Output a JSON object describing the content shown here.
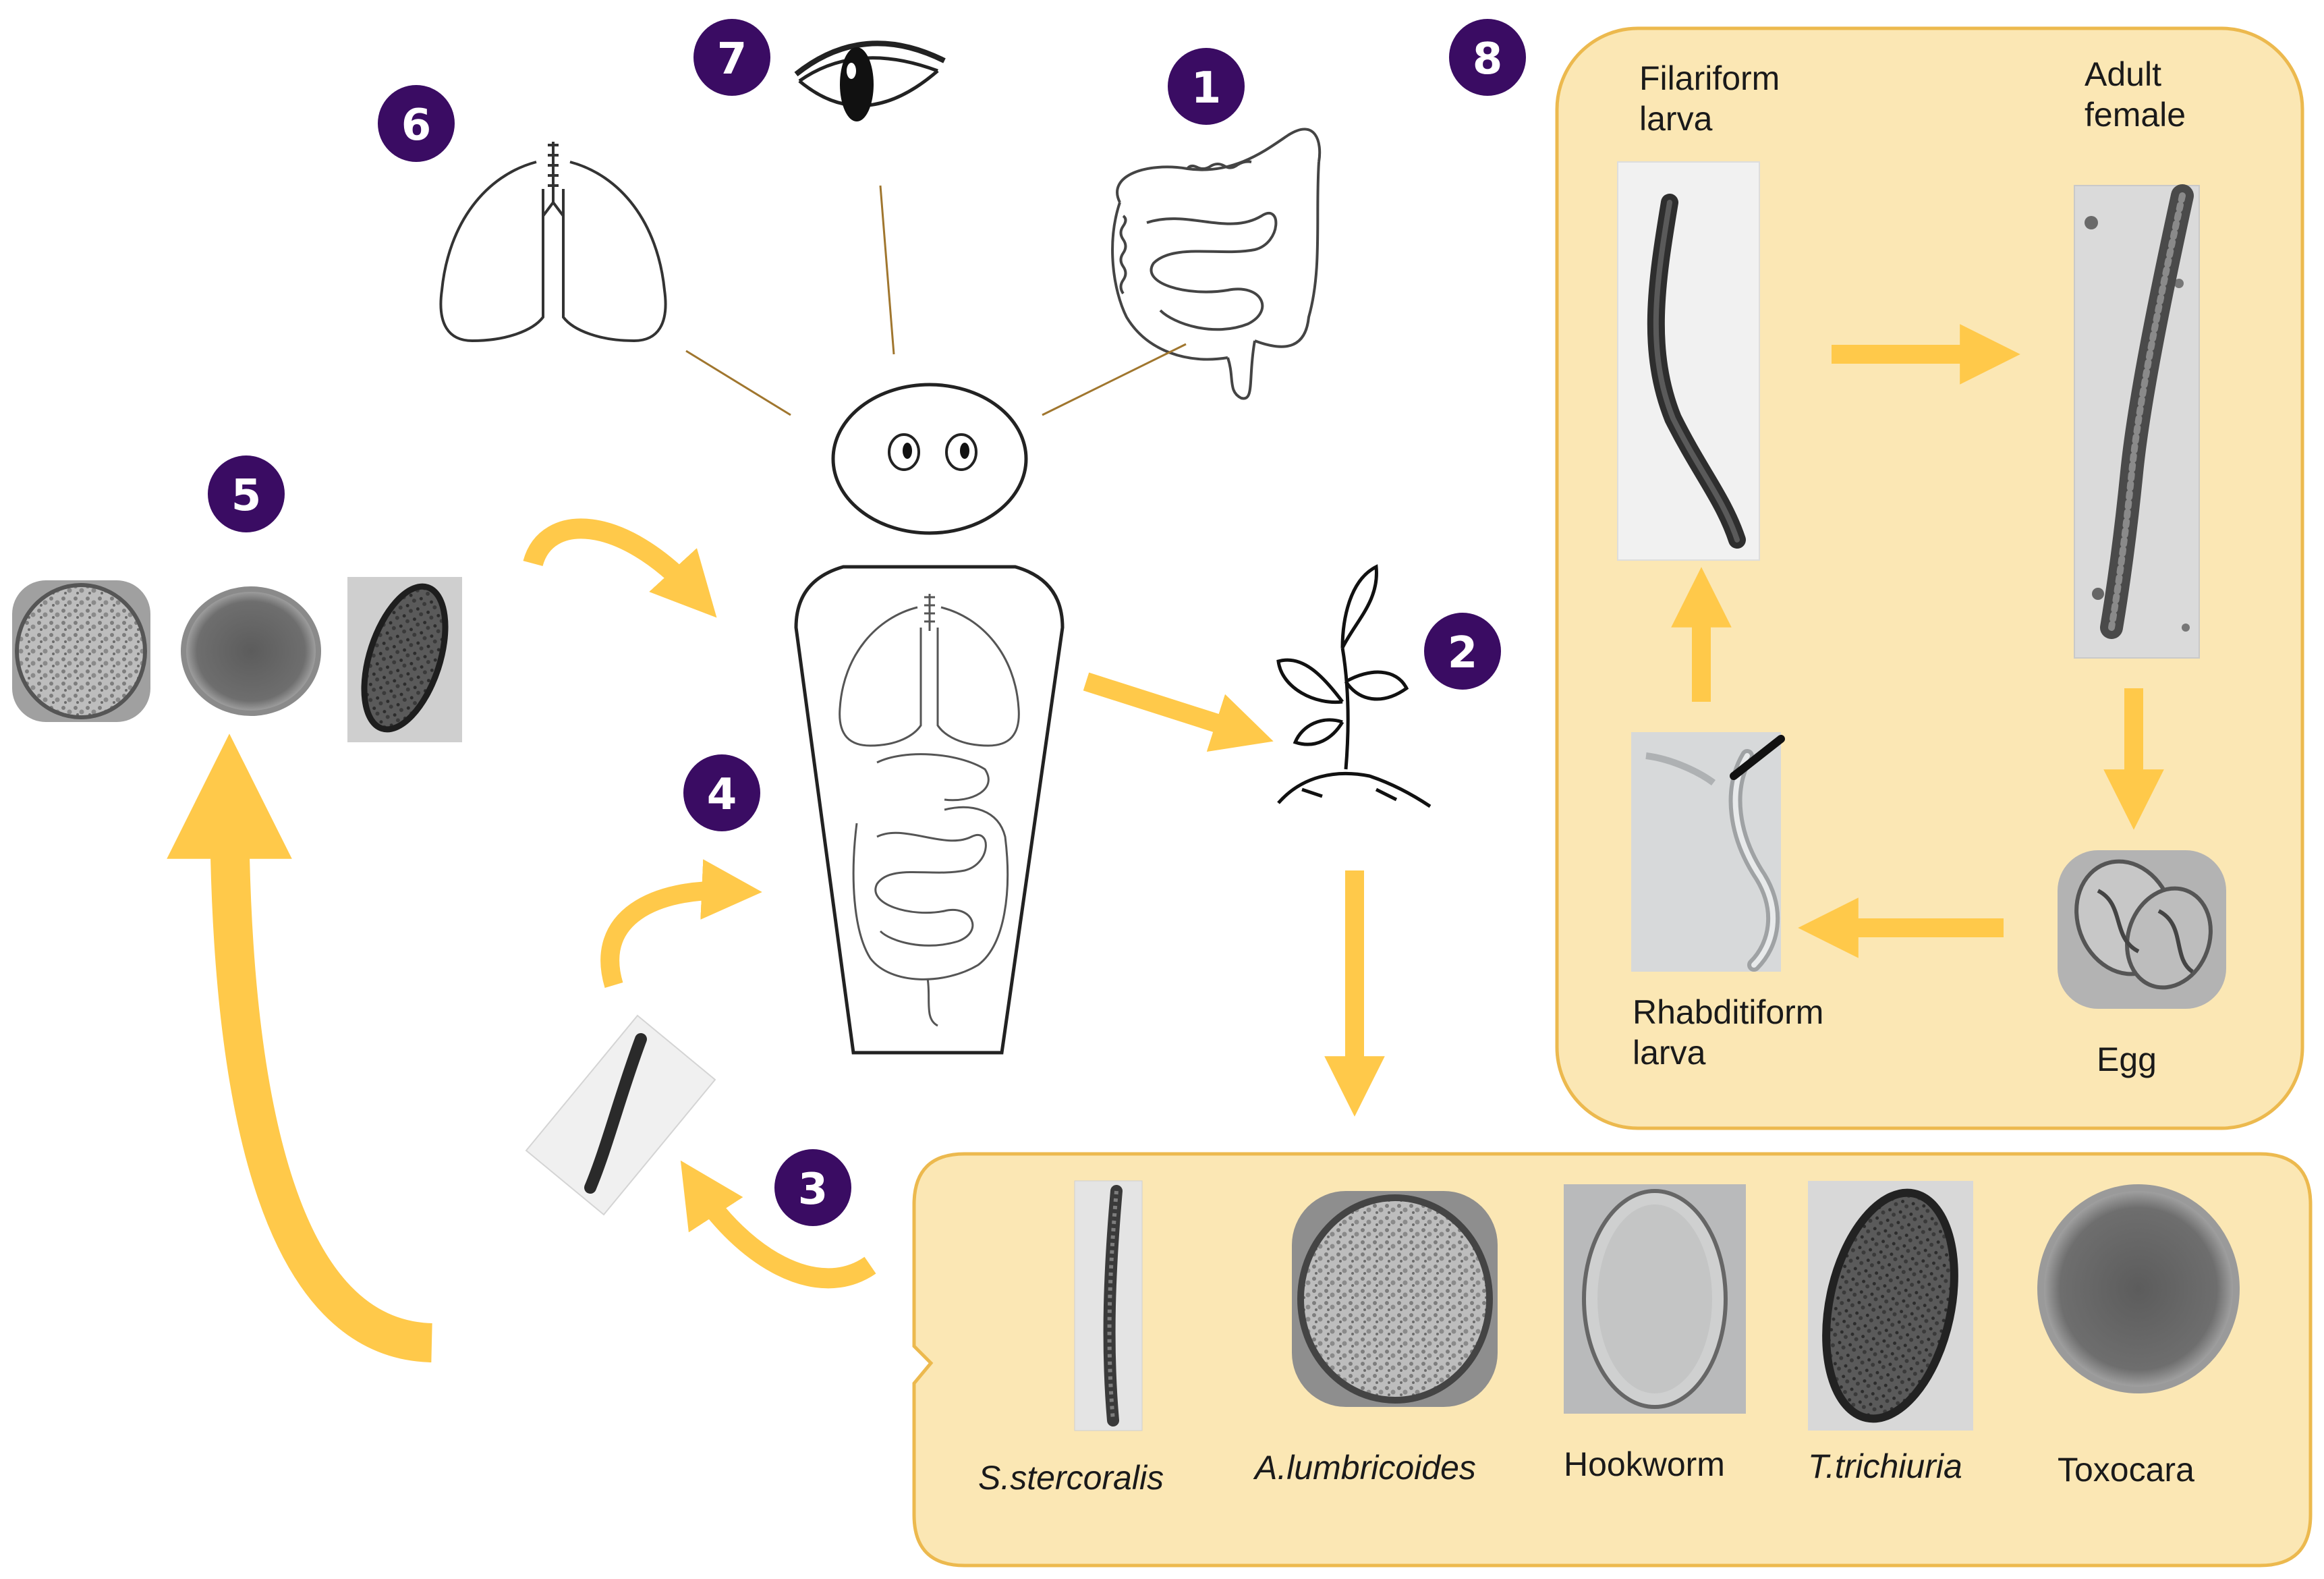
{
  "colors": {
    "badge": "#3a0c63",
    "badge_text": "#ffffff",
    "arrow": "#ffc94a",
    "panel_fill": "#fbe7b4",
    "panel_stroke": "#ecb94e",
    "line": "#a0762e",
    "outline": "#2a2a2a"
  },
  "badges": [
    "1",
    "2",
    "3",
    "4",
    "5",
    "6",
    "7",
    "8"
  ],
  "icons": {
    "eye": "eye-icon",
    "lungs": "lungs-icon",
    "intestine": "intestine-icon",
    "plant": "plant-soil-icon",
    "human": "human-body-icon"
  },
  "lifecycle": {
    "filariform_larva": [
      "Filariform",
      "larva"
    ],
    "adult_female": [
      "Adult",
      "female"
    ],
    "rhabditiform_larva": [
      "Rhabditiform",
      "larva"
    ],
    "egg": "Egg"
  },
  "parasites": [
    {
      "label": "S.stercoralis",
      "italic": true
    },
    {
      "label": "A.lumbricoides",
      "italic": true
    },
    {
      "label": "Hookworm",
      "italic": false
    },
    {
      "label": "T.trichiuria",
      "italic": true
    },
    {
      "label": "Toxocara",
      "italic": false
    }
  ]
}
